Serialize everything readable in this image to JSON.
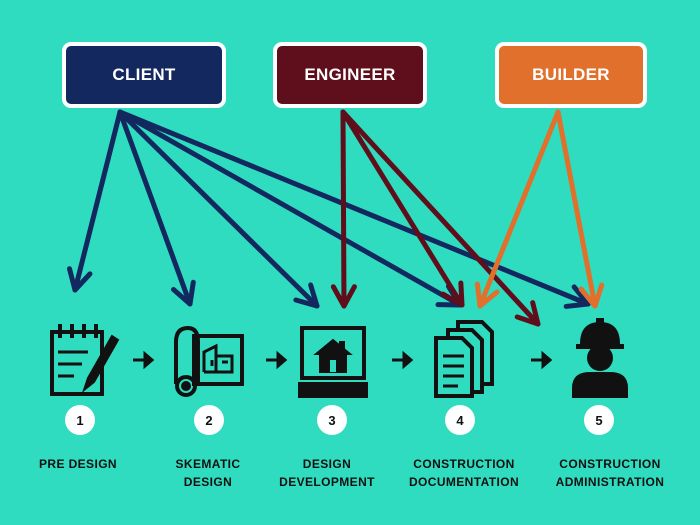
{
  "roles": [
    {
      "id": "client",
      "label": "CLIENT",
      "color": "#13285f"
    },
    {
      "id": "engineer",
      "label": "ENGINEER",
      "color": "#5e0f1b"
    },
    {
      "id": "builder",
      "label": "BUILDER",
      "color": "#e0702b"
    }
  ],
  "stages": [
    {
      "number": "1",
      "label_lines": [
        "PRE DESIGN"
      ],
      "icon": "notepad-pencil-icon"
    },
    {
      "number": "2",
      "label_lines": [
        "SKEMATIC",
        "DESIGN"
      ],
      "icon": "blueprint-roll-icon"
    },
    {
      "number": "3",
      "label_lines": [
        "DESIGN",
        "DEVELOPMENT"
      ],
      "icon": "computer-house-icon"
    },
    {
      "number": "4",
      "label_lines": [
        "CONSTRUCTION",
        "DOCUMENTATION"
      ],
      "icon": "document-stack-icon"
    },
    {
      "number": "5",
      "label_lines": [
        "CONSTRUCTION",
        "ADMINISTRATION"
      ],
      "icon": "hardhat-worker-icon"
    }
  ],
  "connections": [
    {
      "from": "client",
      "to": "1"
    },
    {
      "from": "client",
      "to": "2"
    },
    {
      "from": "client",
      "to": "3"
    },
    {
      "from": "client",
      "to": "4"
    },
    {
      "from": "client",
      "to": "5"
    },
    {
      "from": "engineer",
      "to": "3"
    },
    {
      "from": "engineer",
      "to": "4"
    },
    {
      "from": "engineer",
      "to": "5"
    },
    {
      "from": "builder",
      "to": "4"
    },
    {
      "from": "builder",
      "to": "5"
    }
  ],
  "colors": {
    "background": "#2fdcbf",
    "icon": "#111111",
    "box_border": "#ffffff"
  }
}
